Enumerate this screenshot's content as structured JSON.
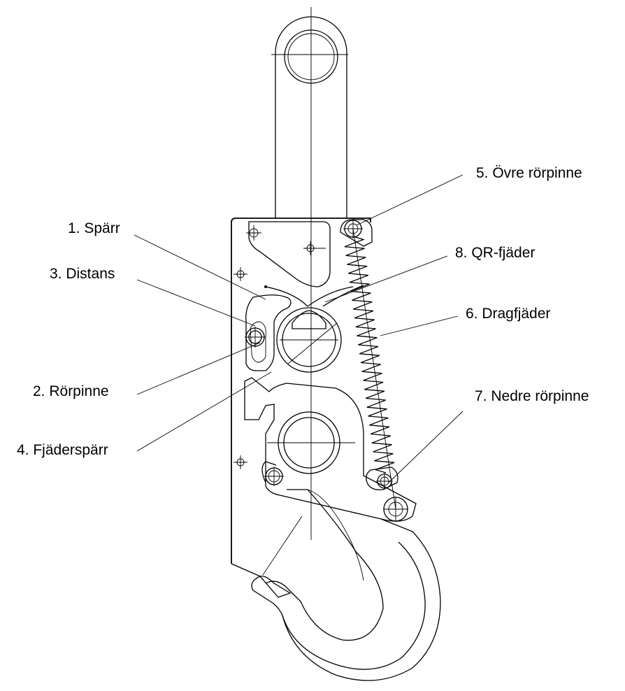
{
  "labels": {
    "l1": "1. Spärr",
    "l2": "2. Rörpinne",
    "l3": "3. Distans",
    "l4": "4. Fjäderspärr",
    "l5": "5. Övre rörpinne",
    "l6": "6. Dragfjäder",
    "l7": "7. Nedre rörpinne",
    "l8": "8. QR-fjäder"
  },
  "colors": {
    "line": "#000000",
    "background": "#ffffff"
  }
}
